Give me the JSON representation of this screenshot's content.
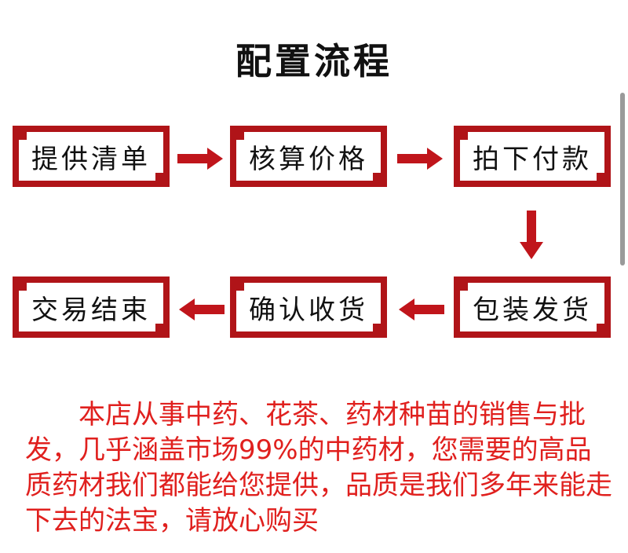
{
  "title": "配置流程",
  "steps": [
    {
      "label": "提供清单"
    },
    {
      "label": "核算价格"
    },
    {
      "label": "拍下付款"
    },
    {
      "label": "包装发货"
    },
    {
      "label": "确认收货"
    },
    {
      "label": "交易结束"
    }
  ],
  "description": "本店从事中药、花茶、药材种苗的销售与批发，几乎涵盖市场99%的中药材，您需要的高品质药材我们都能给您提供，品质是我们多年来能走下去的法宝，请放心购买",
  "colors": {
    "frame": "#b01418",
    "arrow": "#c0151b",
    "text_red": "#e0201e"
  }
}
